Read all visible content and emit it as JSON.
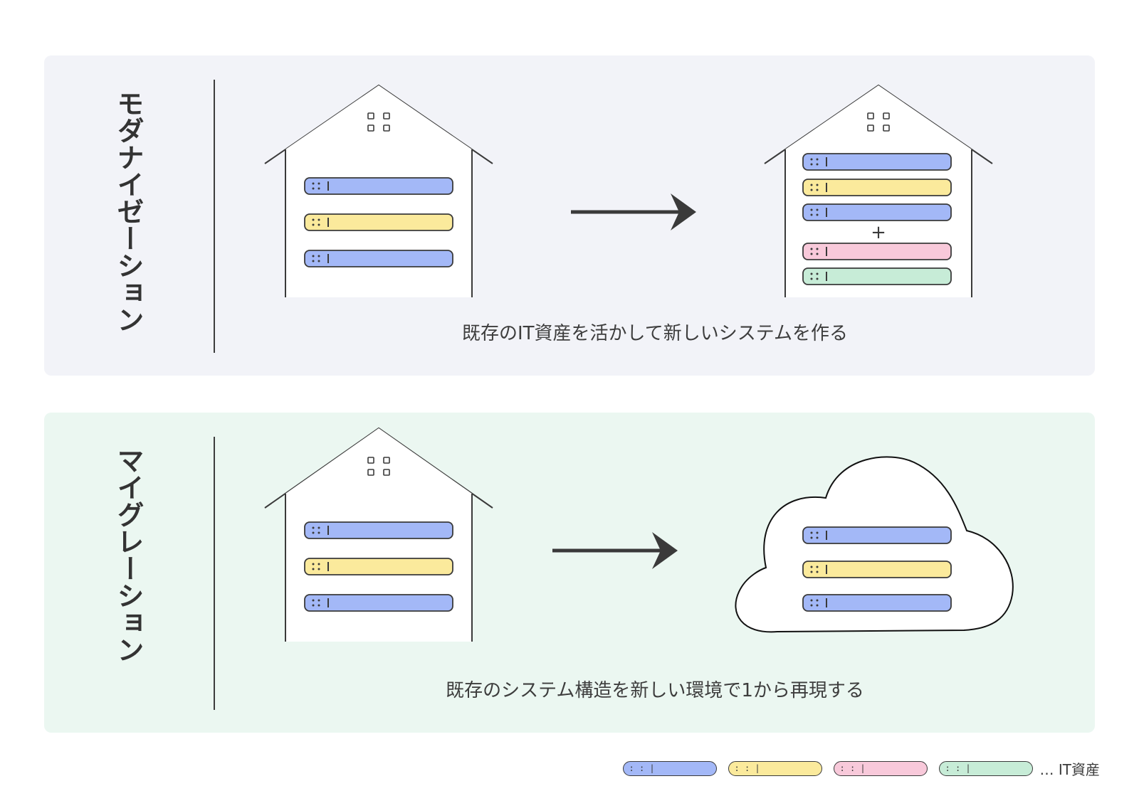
{
  "panels": {
    "modernization": {
      "title": "モダナイゼーション",
      "caption": "既存のIT資産を活かして新しいシステムを作る",
      "plus": "+"
    },
    "migration": {
      "title": "マイグレーション",
      "caption": "既存のシステム構造を新しい環境で1から再現する"
    }
  },
  "legend": {
    "label": "… IT資産",
    "bar_glyph": ": : |",
    "colors": [
      "#a3b8f7",
      "#fbea9c",
      "#f8c9da",
      "#c7ecd7"
    ]
  },
  "colors": {
    "blue": "#a3b8f7",
    "yellow": "#fbea9c",
    "pink": "#f8c9da",
    "green": "#c7ecd7",
    "stroke": "#3a3a3a",
    "modernization_bg": "#f2f3f8",
    "migration_bg": "#ebf7f1"
  },
  "icons": [
    "house-icon",
    "arrow-right-icon",
    "cloud-icon",
    "window-icon",
    "server-bar-icon"
  ]
}
